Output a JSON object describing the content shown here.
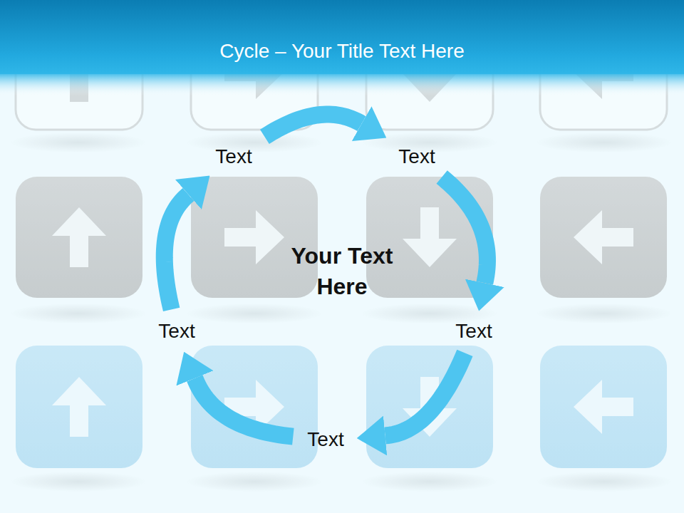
{
  "diagram": {
    "title": "Cycle – Your Title Text Here",
    "nodes": [
      {
        "text": [
          "Text"
        ]
      },
      {
        "text": [
          "Text"
        ]
      },
      {
        "text": [
          "Text"
        ]
      },
      {
        "text": [
          "Text"
        ]
      },
      {
        "text": [
          "Text"
        ]
      }
    ],
    "edges": [
      {
        "from": 0,
        "to": 1,
        "arrow": "to"
      },
      {
        "from": 1,
        "to": 2,
        "arrow": "to"
      },
      {
        "from": 2,
        "to": 3,
        "arrow": "to"
      },
      {
        "from": 3,
        "to": 4,
        "arrow": "to"
      },
      {
        "from": 4,
        "to": 0,
        "arrow": "to"
      }
    ],
    "labels": [
      "Your Text Here"
    ]
  }
}
